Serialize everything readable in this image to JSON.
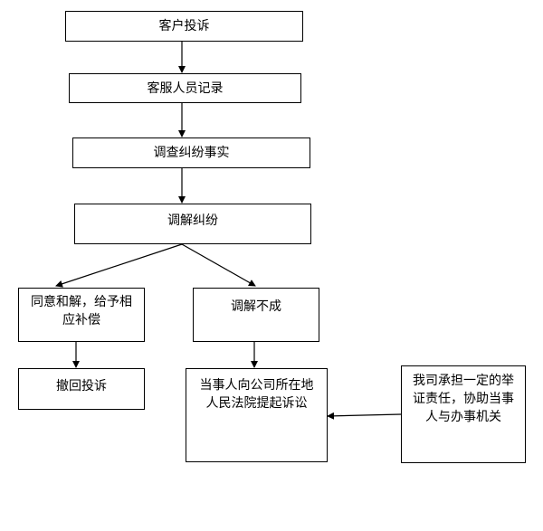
{
  "flowchart": {
    "nodes": {
      "complaint": "客户投诉",
      "record": "客服人员记录",
      "investigate": "调查纠纷事实",
      "mediate": "调解纠纷",
      "agree": "同意和解，给予相应补偿",
      "fail": "调解不成",
      "withdraw": "撤回投诉",
      "lawsuit": "当事人向公司所在地人民法院提起诉讼",
      "burden": "我司承担一定的举证责任，协助当事人与办事机关"
    }
  }
}
